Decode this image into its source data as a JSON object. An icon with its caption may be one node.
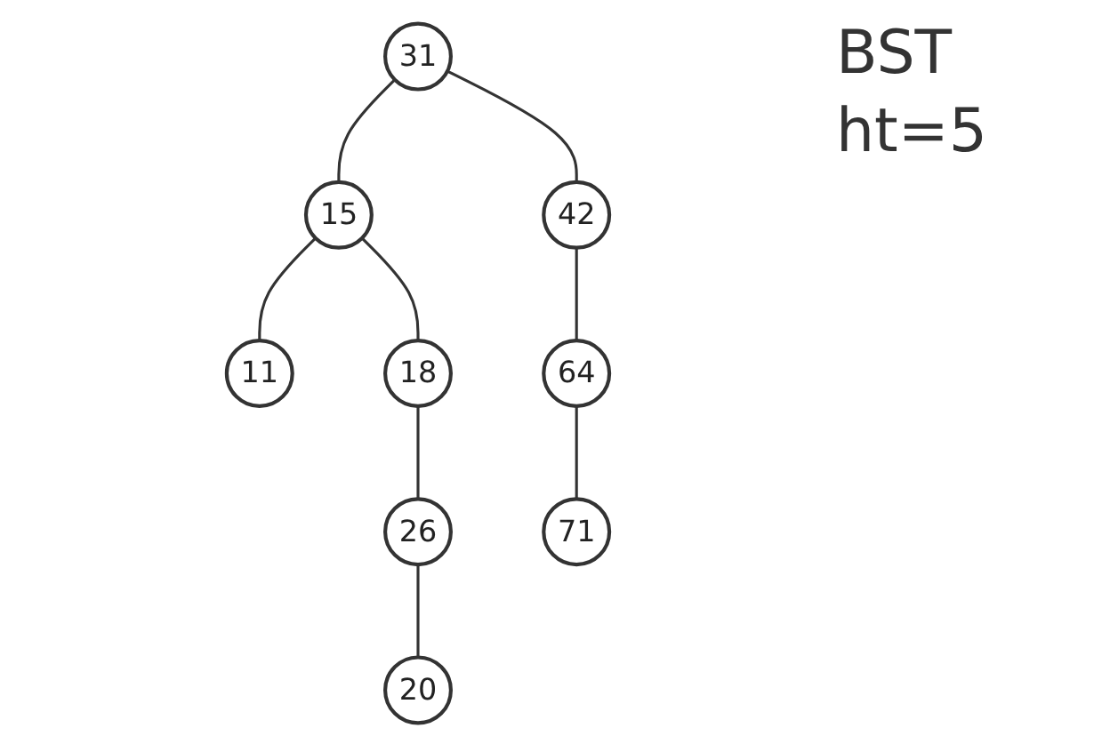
{
  "diagram": {
    "nodes": [
      {
        "text": [
          "31"
        ]
      },
      {
        "text": [
          "15"
        ]
      },
      {
        "text": [
          "42"
        ]
      },
      {
        "text": [
          "11"
        ]
      },
      {
        "text": [
          "18"
        ]
      },
      {
        "text": [
          "64"
        ]
      },
      {
        "text": [
          "26"
        ]
      },
      {
        "text": [
          "71"
        ]
      },
      {
        "text": [
          "20"
        ]
      }
    ],
    "edges": [
      {
        "from": 0,
        "to": 1,
        "arrow": "none"
      },
      {
        "from": 0,
        "to": 2,
        "arrow": "none"
      },
      {
        "from": 1,
        "to": 3,
        "arrow": "none"
      },
      {
        "from": 1,
        "to": 4,
        "arrow": "none"
      },
      {
        "from": 2,
        "to": 5,
        "arrow": "none"
      },
      {
        "from": 4,
        "to": 6,
        "arrow": "none"
      },
      {
        "from": 5,
        "to": 7,
        "arrow": "none"
      },
      {
        "from": 6,
        "to": 8,
        "arrow": "none"
      }
    ],
    "labels": [
      "BST",
      "ht=5"
    ]
  }
}
